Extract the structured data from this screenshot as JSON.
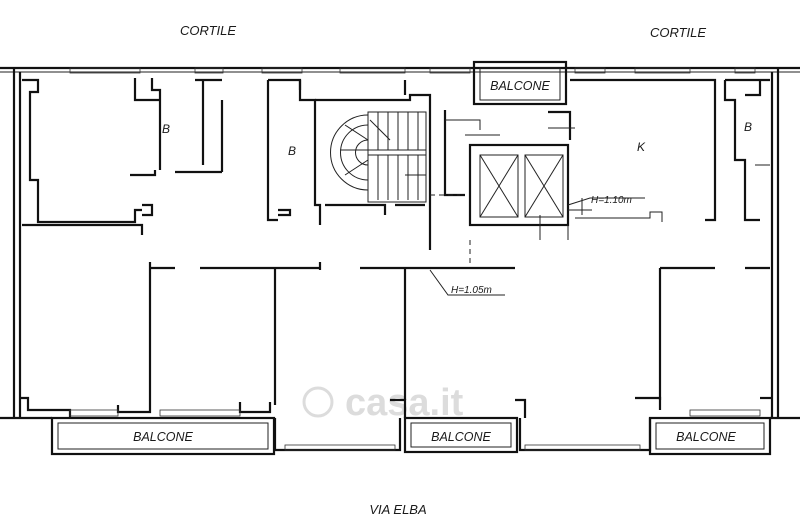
{
  "plan": {
    "top_labels": [
      "CORTILE",
      "CORTILE"
    ],
    "street_label": "VIA ELBA",
    "balcony_labels": [
      "BALCONE",
      "BALCONE",
      "BALCONE",
      "BALCONE"
    ],
    "room_labels": [
      "B",
      "B",
      "K",
      "B"
    ],
    "height_notes": [
      "H=1.10m",
      "H=1.05m"
    ],
    "watermark": "casa.it"
  }
}
